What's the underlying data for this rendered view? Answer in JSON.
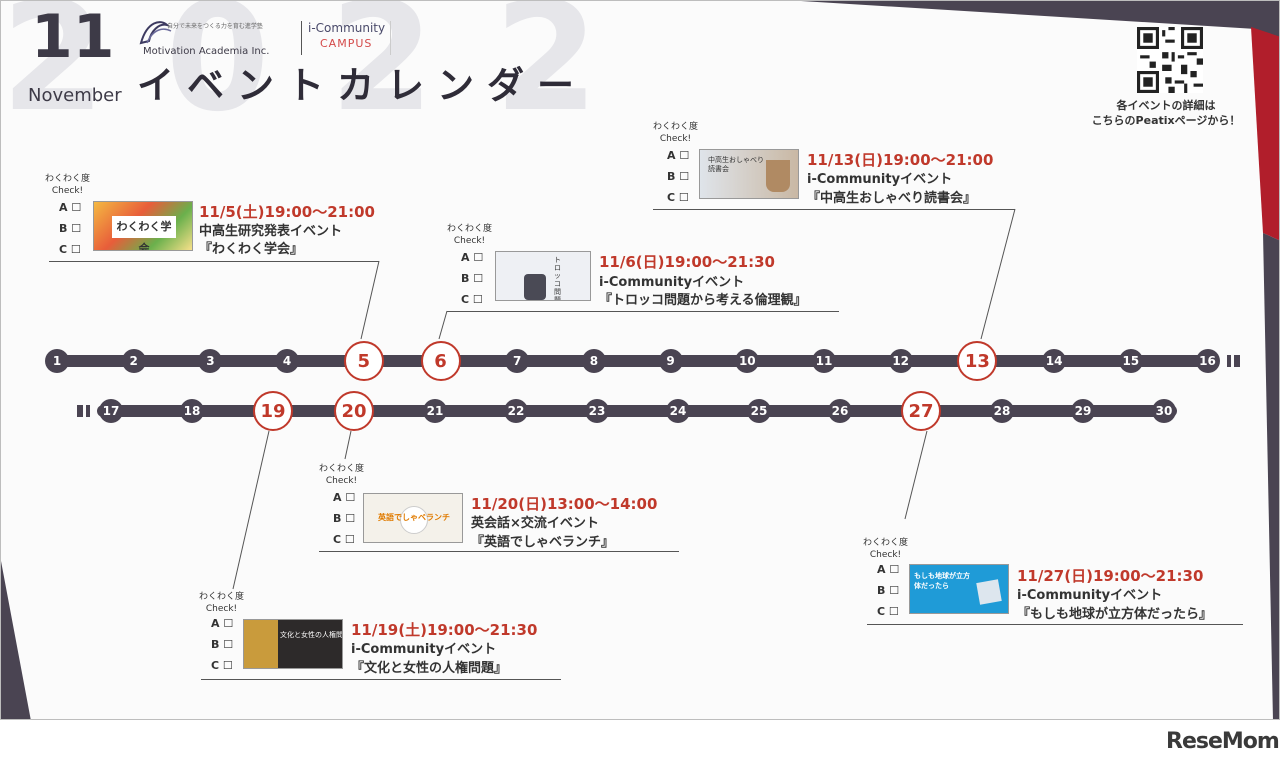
{
  "header": {
    "year_bg": "2022",
    "month_num": "11",
    "month_name": "November",
    "title": "イベントカレンダー",
    "logo1_tag": "自分で未来をつくる力を育む進学塾",
    "logo1_name": "Motivation Academia Inc.",
    "logo2_top": "i-Community",
    "logo2_bottom": "CAMPUS",
    "qr_caption_1": "各イベントの詳細は",
    "qr_caption_2": "こちらのPeatixページから！"
  },
  "timeline": {
    "row1": [
      "1",
      "2",
      "3",
      "4",
      "5",
      "6",
      "7",
      "8",
      "9",
      "10",
      "11",
      "12",
      "13",
      "14",
      "15",
      "16"
    ],
    "row2": [
      "17",
      "18",
      "19",
      "20",
      "21",
      "22",
      "23",
      "24",
      "25",
      "26",
      "27",
      "28",
      "29",
      "30"
    ],
    "highlighted": [
      "5",
      "6",
      "13",
      "19",
      "20",
      "27"
    ]
  },
  "check": {
    "label1": "わくわく度",
    "label2": "Check!",
    "a": "A ☐",
    "b": "B ☐",
    "c": "C ☐"
  },
  "events": [
    {
      "date": "11/5(土)19:00～21:00",
      "line1": "中高生研究発表イベント",
      "line2": "『わくわく学会』",
      "thumb": "わくわく学会"
    },
    {
      "date": "11/6(日)19:00～21:30",
      "line1": "i-Communityイベント",
      "line2": "『トロッコ問題から考える倫理観』",
      "thumb": "トロッコ問題"
    },
    {
      "date": "11/13(日)19:00～21:00",
      "line1": "i-Communityイベント",
      "line2": "『中高生おしゃべり読書会』",
      "thumb": "中高生おしゃべり読書会"
    },
    {
      "date": "11/20(日)13:00～14:00",
      "line1": "英会話×交流イベント",
      "line2": "『英語でしゃベランチ』",
      "thumb": "英語でしゃベランチ"
    },
    {
      "date": "11/19(土)19:00～21:30",
      "line1": "i-Communityイベント",
      "line2": "『文化と女性の人権問題』",
      "thumb": "文化と女性の人権問題"
    },
    {
      "date": "11/27(日)19:00～21:30",
      "line1": "i-Communityイベント",
      "line2": "『もしも地球が立方体だったら』",
      "thumb": "もしも地球が立方体だったら"
    }
  ],
  "footer": {
    "brand": "ReseMom"
  },
  "colors": {
    "accent": "#c0392b",
    "track": "#4a4452",
    "frame_dark": "#3d3a47"
  }
}
